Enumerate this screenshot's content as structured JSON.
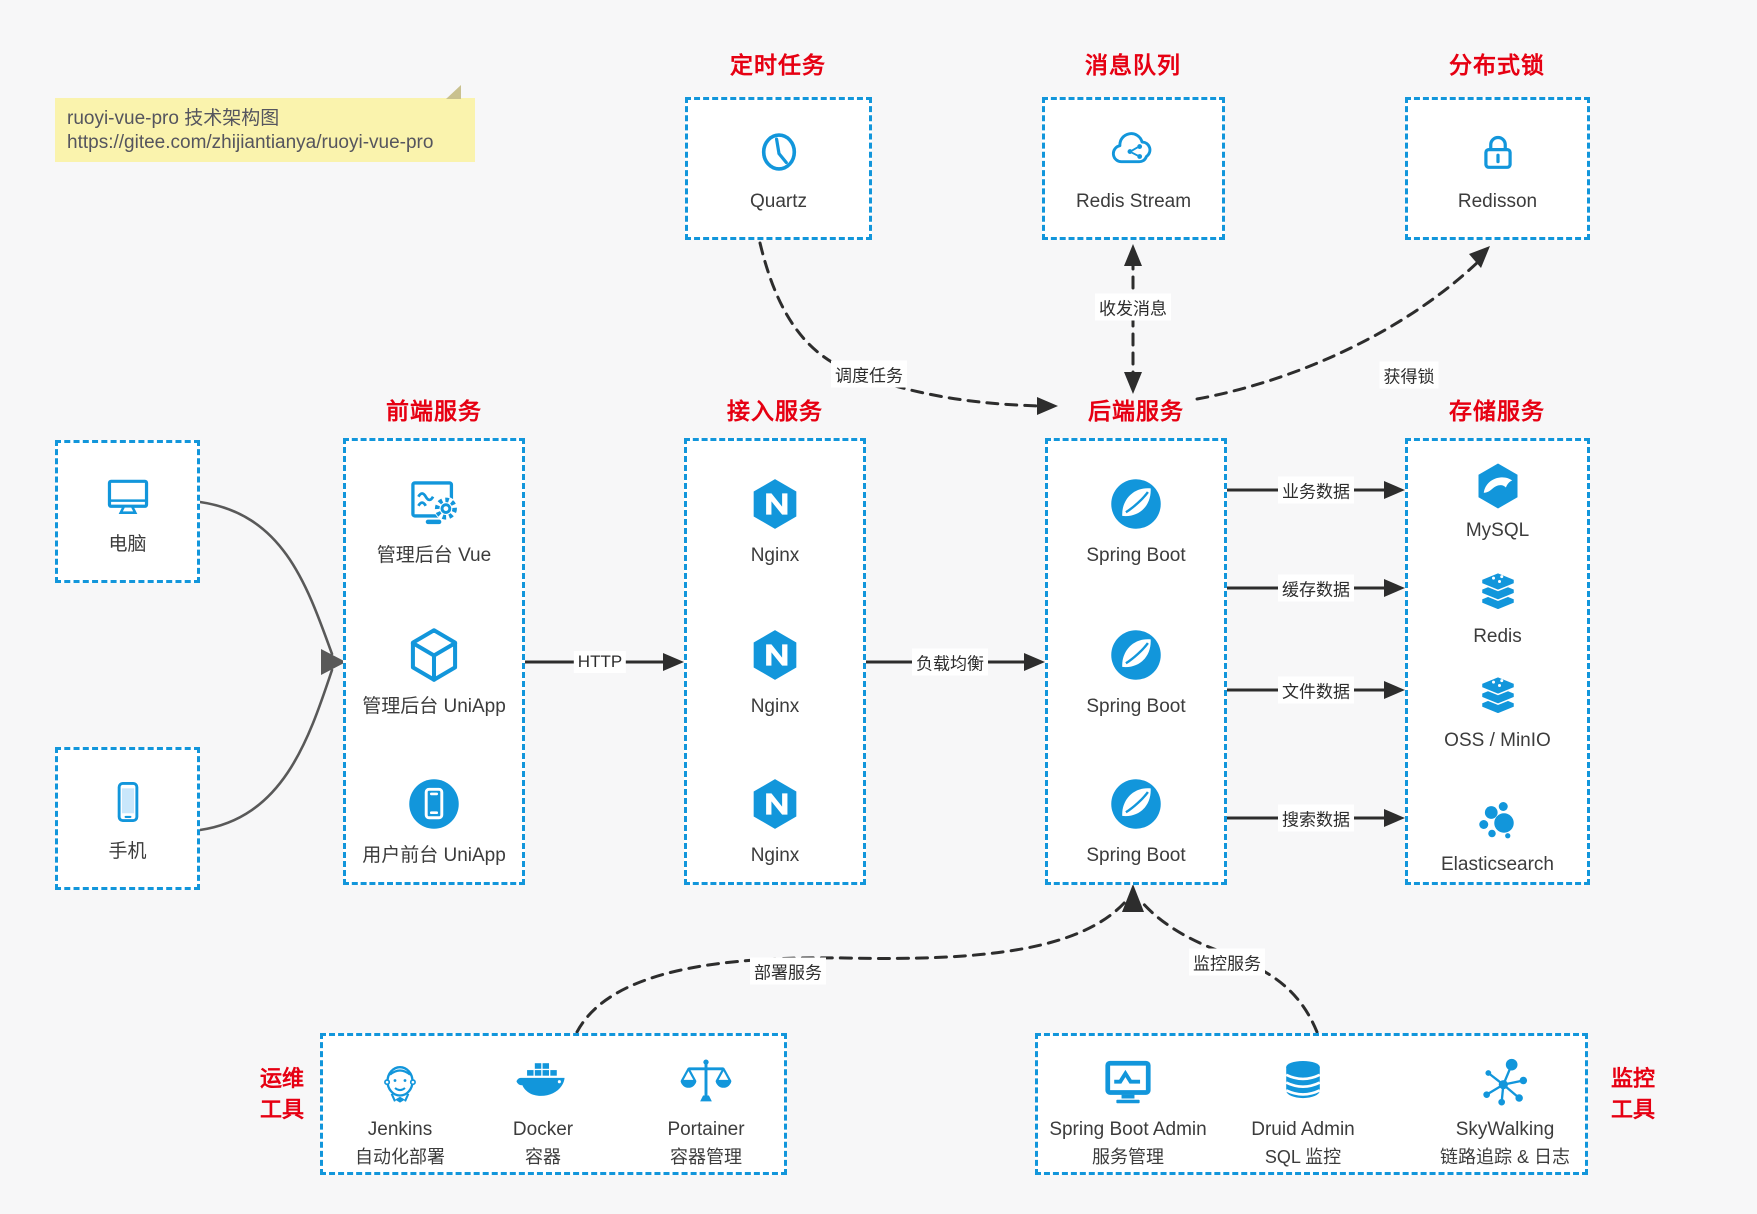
{
  "colors": {
    "accent_blue": "#1296db",
    "title_red": "#e60012"
  },
  "note": {
    "line1": "ruoyi-vue-pro 技术架构图",
    "line2": "https://gitee.com/zhijiantianya/ruoyi-vue-pro"
  },
  "top_services": [
    {
      "title": "定时任务",
      "label": "Quartz",
      "icon": "clock-icon"
    },
    {
      "title": "消息队列",
      "label": "Redis Stream",
      "icon": "cloud-share-icon"
    },
    {
      "title": "分布式锁",
      "label": "Redisson",
      "icon": "lock-icon"
    }
  ],
  "clients": [
    {
      "label": "电脑",
      "icon": "desktop-icon"
    },
    {
      "label": "手机",
      "icon": "phone-icon"
    }
  ],
  "columns": {
    "frontend": {
      "title": "前端服务",
      "items": [
        {
          "label": "管理后台 Vue"
        },
        {
          "label": "管理后台 UniApp"
        },
        {
          "label": "用户前台 UniApp"
        }
      ]
    },
    "gateway": {
      "title": "接入服务",
      "items": [
        {
          "label": "Nginx"
        },
        {
          "label": "Nginx"
        },
        {
          "label": "Nginx"
        }
      ]
    },
    "backend": {
      "title": "后端服务",
      "items": [
        {
          "label": "Spring Boot"
        },
        {
          "label": "Spring Boot"
        },
        {
          "label": "Spring Boot"
        }
      ]
    },
    "storage": {
      "title": "存储服务",
      "items": [
        {
          "label": "MySQL"
        },
        {
          "label": "Redis"
        },
        {
          "label": "OSS / MinIO"
        },
        {
          "label": "Elasticsearch"
        }
      ]
    }
  },
  "edges": {
    "http": "HTTP",
    "load_balance": "负载均衡",
    "schedule": "调度任务",
    "message": "收发消息",
    "lock": "获得锁",
    "business": "业务数据",
    "cache": "缓存数据",
    "file": "文件数据",
    "search": "搜索数据",
    "deploy": "部署服务",
    "monitor": "监控服务"
  },
  "ops_tools": {
    "title": [
      "运维",
      "工具"
    ],
    "items": [
      {
        "name": "Jenkins",
        "desc": "自动化部署"
      },
      {
        "name": "Docker",
        "desc": "容器"
      },
      {
        "name": "Portainer",
        "desc": "容器管理"
      }
    ]
  },
  "monitor_tools": {
    "title": [
      "监控",
      "工具"
    ],
    "items": [
      {
        "name": "Spring Boot Admin",
        "desc": "服务管理"
      },
      {
        "name": "Druid Admin",
        "desc": "SQL 监控"
      },
      {
        "name": "SkyWalking",
        "desc": "链路追踪 & 日志"
      }
    ]
  }
}
